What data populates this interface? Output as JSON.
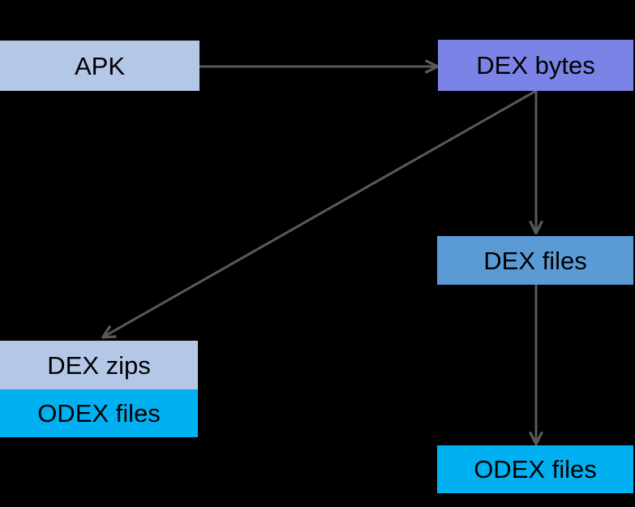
{
  "diagram": {
    "type": "flow-diagram",
    "background_color": "#000000",
    "text_color": "#000000",
    "arrow_color": "#595959",
    "nodes": {
      "apk": {
        "label": "APK",
        "color": "#b4c7e7"
      },
      "dex_bytes": {
        "label": "DEX bytes",
        "color": "#7b84e6"
      },
      "dex_files": {
        "label": "DEX files",
        "color": "#5b9bd5"
      },
      "dex_zips": {
        "label": "DEX zips",
        "color": "#b4c7e7"
      },
      "odex_files_left": {
        "label": "ODEX files",
        "color": "#00b0f0"
      },
      "odex_files_right": {
        "label": "ODEX files",
        "color": "#00b0f0"
      }
    },
    "edges": [
      {
        "from": "apk",
        "to": "dex_bytes"
      },
      {
        "from": "dex_bytes",
        "to": "dex_files"
      },
      {
        "from": "dex_bytes",
        "to": "dex_zips"
      },
      {
        "from": "dex_files",
        "to": "odex_files_right"
      }
    ]
  }
}
